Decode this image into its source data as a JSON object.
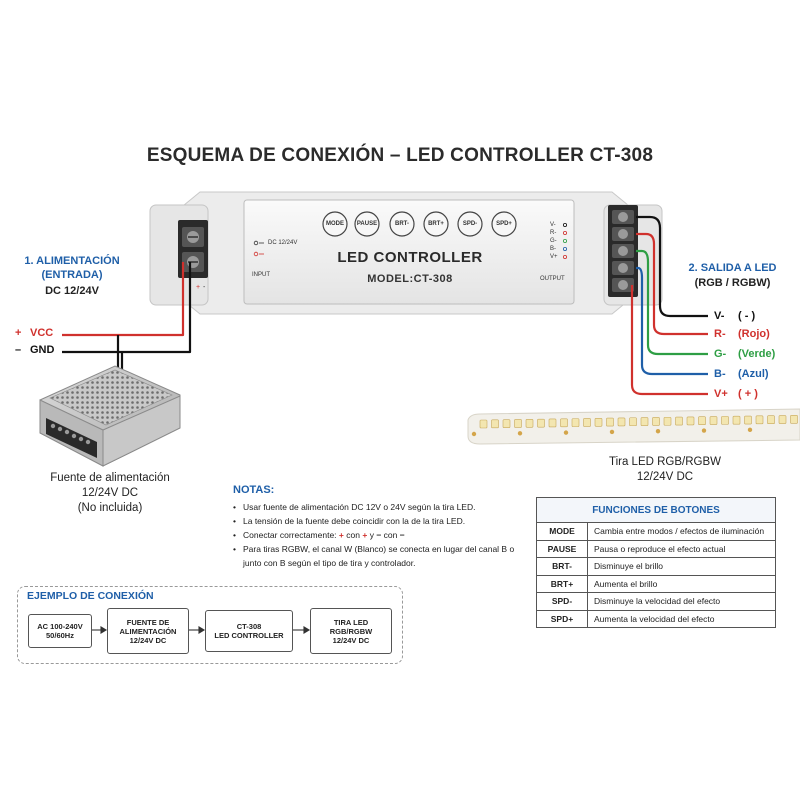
{
  "title": "ESQUEMA DE CONEXIÓN – LED CONTROLLER CT-308",
  "controller": {
    "name": "LED CONTROLLER",
    "model": "MODEL:CT-308",
    "buttons": [
      "MODE",
      "PAUSE",
      "BRT-",
      "BRT+",
      "SPD-",
      "SPD+"
    ],
    "input_label": "INPUT",
    "output_label": "OUTPUT",
    "dc_label": "DC 12/24V",
    "output_pins": [
      "V-",
      "R-",
      "G-",
      "B-",
      "V+"
    ]
  },
  "power": {
    "heading_1": "1. ALIMENTACIÓN",
    "heading_2": "(ENTRADA)",
    "subheading": "DC 12/24V",
    "vcc_sign": "+",
    "vcc": "VCC",
    "gnd_sign": "–",
    "gnd": "GND",
    "psu_caption": [
      "Fuente de alimentación",
      "12/24V DC",
      "(No incluida)"
    ]
  },
  "output": {
    "heading": "2. SALIDA A LED",
    "subheading": "(RGB / RGBW)",
    "wires": [
      {
        "pin": "V-",
        "desc": "( - )",
        "color": "#111111"
      },
      {
        "pin": "R-",
        "desc": "(Rojo)",
        "color": "#d0312d"
      },
      {
        "pin": "G-",
        "desc": "(Verde)",
        "color": "#2e9e44"
      },
      {
        "pin": "B-",
        "desc": "(Azul)",
        "color": "#1f5fa8"
      },
      {
        "pin": "V+",
        "desc": "( + )",
        "color": "#d0312d"
      }
    ],
    "strip_caption": [
      "Tira LED RGB/RGBW",
      "12/24V DC"
    ]
  },
  "notes": {
    "heading": "NOTAS:",
    "items": [
      "Usar fuente de alimentación DC 12V o 24V según la tira LED.",
      "La tensión de la fuente debe coincidir con la de la tira LED.",
      "Para tiras RGBW, el canal W (Blanco) se conecta en lugar del canal B o junto con B según el tipo de tira y controlador."
    ],
    "connect": {
      "prefix": "Conectar correctamente:",
      "plus_sign": "+",
      "plus_word": "con",
      "plus_sign_2": "+",
      "y": "y",
      "minus_sign": "−",
      "minus_word": "con",
      "minus_sign_2": "−"
    }
  },
  "functions": {
    "heading": "FUNCIONES DE BOTONES",
    "rows": [
      {
        "key": "MODE",
        "desc": "Cambia entre modos / efectos de iluminación"
      },
      {
        "key": "PAUSE",
        "desc": "Pausa o reproduce el efecto actual"
      },
      {
        "key": "BRT-",
        "desc": "Disminuye el brillo"
      },
      {
        "key": "BRT+",
        "desc": "Aumenta el brillo"
      },
      {
        "key": "SPD-",
        "desc": "Disminuye la velocidad del efecto"
      },
      {
        "key": "SPD+",
        "desc": "Aumenta la velocidad del efecto"
      }
    ]
  },
  "example": {
    "heading": "EJEMPLO DE CONEXIÓN",
    "steps": [
      "AC 100-240V\n50/60Hz",
      "FUENTE DE\nALIMENTACIÓN\n12/24V DC",
      "CT-308\nLED CONTROLLER",
      "TIRA LED\nRGB/RGBW\n12/24V DC"
    ]
  },
  "colors": {
    "accent_blue": "#1f5fa8",
    "wire_red": "#d0312d",
    "wire_green": "#2e9e44",
    "wire_black": "#111111"
  }
}
